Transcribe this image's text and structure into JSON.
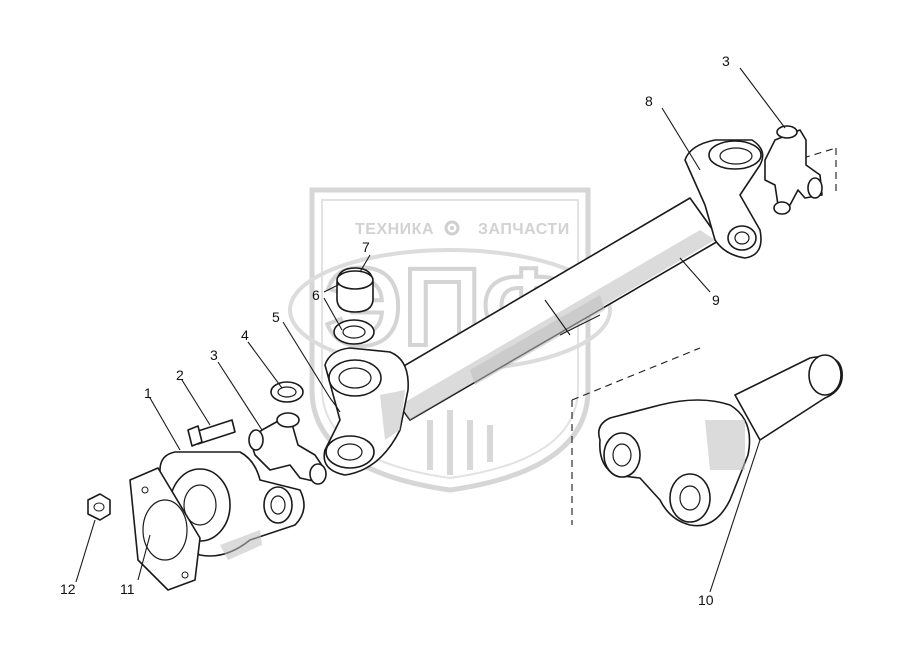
{
  "watermark": {
    "text_left": "ТЕХНИКА",
    "text_right": "ЗАПЧАСТИ",
    "emblem": "ЭПФ",
    "gear_icon": "gear-icon"
  },
  "callouts": {
    "c1": "1",
    "c2": "2",
    "c3a": "3",
    "c3b": "3",
    "c4": "4",
    "c5": "5",
    "c6": "6",
    "c7": "7",
    "c8": "8",
    "c9": "9",
    "c10": "10",
    "c11": "11",
    "c12": "12"
  }
}
